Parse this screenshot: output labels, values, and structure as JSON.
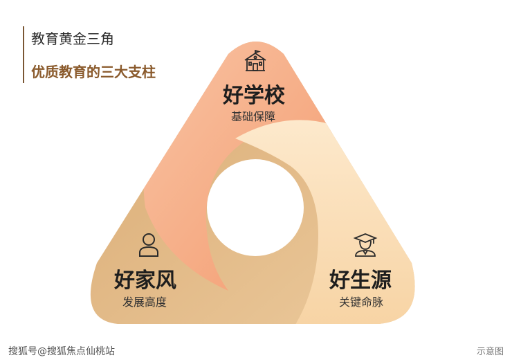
{
  "header": {
    "title": "教育黄金三角",
    "subtitle": "优质教育的三大支柱"
  },
  "nodes": {
    "school": {
      "title": "好学校",
      "subtitle": "基础保障",
      "icon": "school-building-icon"
    },
    "family": {
      "title": "好家风",
      "subtitle": "发展高度",
      "icon": "person-icon"
    },
    "students": {
      "title": "好生源",
      "subtitle": "关键命脉",
      "icon": "graduate-icon"
    }
  },
  "colors": {
    "top_segment": "#f5a77e",
    "top_segment_light": "#f9c4a4",
    "left_segment": "#e7bf8c",
    "right_segment": "#fbe0bb",
    "accent": "#8a5a2c"
  },
  "footer": {
    "source": "搜狐号@搜狐焦点仙桃站",
    "note": "示意图"
  }
}
